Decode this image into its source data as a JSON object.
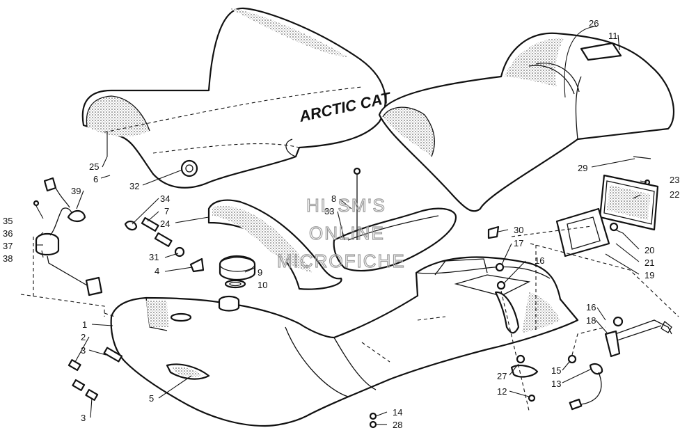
{
  "brand_text": "ARCTIC CAT",
  "watermark": [
    "HL SM'S",
    "ONLINE",
    "MICROFICHE"
  ],
  "callouts": [
    {
      "id": "c26",
      "label": "26"
    },
    {
      "id": "c11",
      "label": "11"
    },
    {
      "id": "c25",
      "label": "25"
    },
    {
      "id": "c6",
      "label": "6"
    },
    {
      "id": "c32",
      "label": "32"
    },
    {
      "id": "c29",
      "label": "29"
    },
    {
      "id": "c39",
      "label": "39"
    },
    {
      "id": "c34",
      "label": "34"
    },
    {
      "id": "c7",
      "label": "7"
    },
    {
      "id": "c24",
      "label": "24"
    },
    {
      "id": "c8",
      "label": "8"
    },
    {
      "id": "c33",
      "label": "33"
    },
    {
      "id": "c30",
      "label": "30"
    },
    {
      "id": "c17",
      "label": "17"
    },
    {
      "id": "c16a",
      "label": "16"
    },
    {
      "id": "c23",
      "label": "23"
    },
    {
      "id": "c22",
      "label": "22"
    },
    {
      "id": "c20",
      "label": "20"
    },
    {
      "id": "c21",
      "label": "21"
    },
    {
      "id": "c19",
      "label": "19"
    },
    {
      "id": "c35",
      "label": "35"
    },
    {
      "id": "c36",
      "label": "36"
    },
    {
      "id": "c37",
      "label": "37"
    },
    {
      "id": "c38",
      "label": "38"
    },
    {
      "id": "c31",
      "label": "31"
    },
    {
      "id": "c4",
      "label": "4"
    },
    {
      "id": "c9",
      "label": "9"
    },
    {
      "id": "c10",
      "label": "10"
    },
    {
      "id": "c1",
      "label": "1"
    },
    {
      "id": "c2",
      "label": "2"
    },
    {
      "id": "c3a",
      "label": "3"
    },
    {
      "id": "c5",
      "label": "5"
    },
    {
      "id": "c3b",
      "label": "3"
    },
    {
      "id": "c16b",
      "label": "16"
    },
    {
      "id": "c18",
      "label": "18"
    },
    {
      "id": "c15",
      "label": "15"
    },
    {
      "id": "c13",
      "label": "13"
    },
    {
      "id": "c27",
      "label": "27"
    },
    {
      "id": "c12",
      "label": "12"
    },
    {
      "id": "c14",
      "label": "14"
    },
    {
      "id": "c28",
      "label": "28"
    }
  ]
}
